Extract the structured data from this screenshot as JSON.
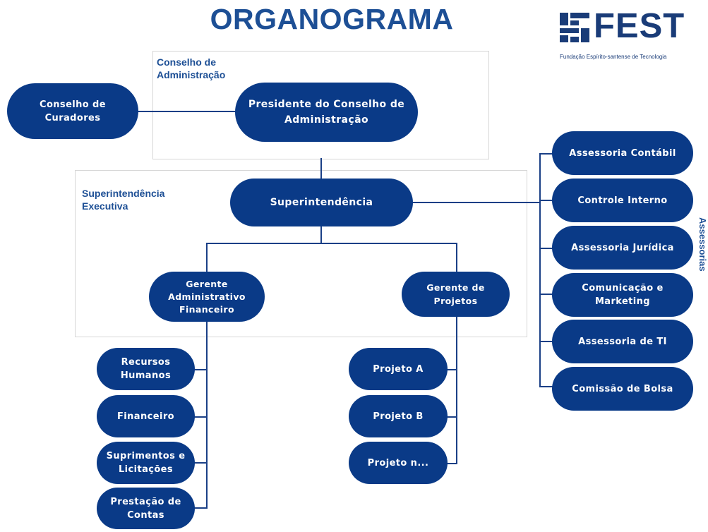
{
  "title": "ORGANOGRAMA",
  "logo": {
    "name": "FEST",
    "tagline": "Fundação Espírito-santense de Tecnologia"
  },
  "groups": {
    "conselho": "Conselho de\nAdministração",
    "superintendencia": "Superintendência\nExecutiva",
    "assessorias": "Assessorias"
  },
  "nodes": {
    "conselho_curadores": "Conselho de\nCuradores",
    "presidente": "Presidente do Conselho de\nAdministração",
    "superintendencia": "Superintendência",
    "gerente_adm": "Gerente\nAdministrativo\nFinanceiro",
    "gerente_projetos": "Gerente de\nProjetos",
    "recursos_humanos": "Recursos\nHumanos",
    "financeiro": "Financeiro",
    "suprimentos": "Suprimentos e\nLicitações",
    "prestacao": "Prestação de\nContas",
    "projeto_a": "Projeto A",
    "projeto_b": "Projeto B",
    "projeto_n": "Projeto n...",
    "assessoria_contabil": "Assessoria Contábil",
    "controle_interno": "Controle Interno",
    "assessoria_juridica": "Assessoria Jurídica",
    "comunicacao": "Comunicação e\nMarketing",
    "assessoria_ti": "Assessoria de TI",
    "comissao_bolsa": "Comissão de Bolsa"
  },
  "colors": {
    "node": "#0a3a87",
    "title": "#1d4f95",
    "line": "#1a3f86"
  }
}
